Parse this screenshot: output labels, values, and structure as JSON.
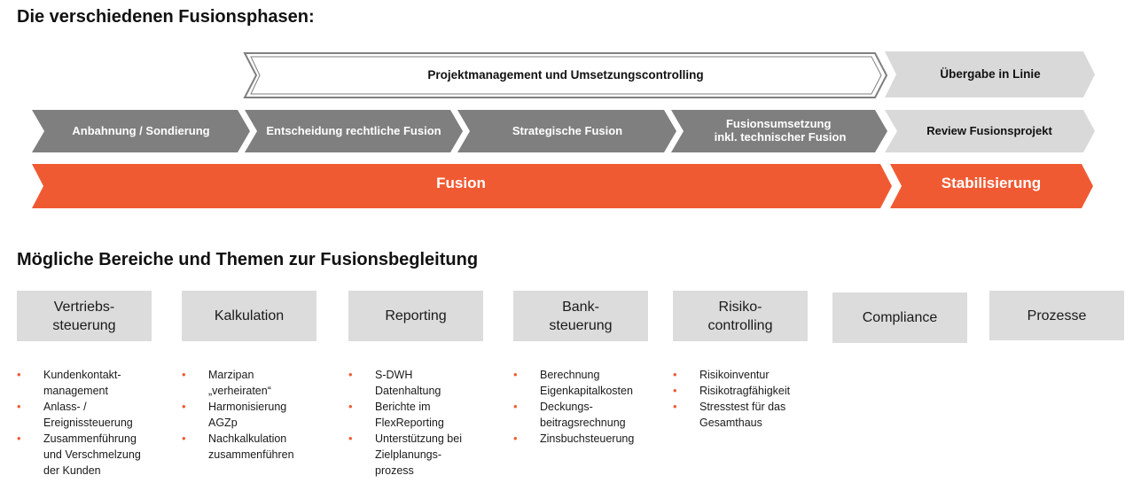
{
  "titles": {
    "phases": "Die verschiedenen Fusionsphasen:",
    "areas": "Mögliche Bereiche und Themen zur Fusionsbegleitung"
  },
  "colors": {
    "dark_gray": "#7f7f7f",
    "light_gray": "#d9d9d9",
    "orange": "#f05a32",
    "outline": "#7f7f7f"
  },
  "top_row": {
    "management": "Projektmanagement und Umsetzungscontrolling",
    "handover": "Übergabe in Linie"
  },
  "middle_row": [
    "Anbahnung /  Sondierung",
    "Entscheidung rechtliche Fusion",
    "Strategische Fusion",
    "Fusionsumsetzung\ninkl. technischer Fusion",
    "Review Fusionsprojekt"
  ],
  "bottom_row": {
    "fusion": "Fusion",
    "stabilization": "Stabilisierung"
  },
  "areas": [
    {
      "label": "Vertriebs-\nsteuerung",
      "bullets": [
        "Kundenkontakt-\nmanagement",
        "Anlass- /\nEreignissteuerung",
        "Zusammenführung\nund Verschmelzung\nder Kunden"
      ]
    },
    {
      "label": "Kalkulation",
      "bullets": [
        "Marzipan\n„verheiraten“",
        "Harmonisierung\nAGZp",
        "Nachkalkulation\nzusammenführen"
      ]
    },
    {
      "label": "Reporting",
      "bullets": [
        "S-DWH\nDatenhaltung",
        "Berichte im\nFlexReporting",
        "Unterstützung bei\nZielplanungs-\nprozess"
      ]
    },
    {
      "label": "Bank-\nsteuerung",
      "bullets": [
        "Berechnung\nEigenkapitalkosten",
        "Deckungs-\nbeitragsrechnung",
        "Zinsbuchsteuerung"
      ]
    },
    {
      "label": "Risiko-\ncontrolling",
      "bullets": [
        "Risikoinventur",
        "Risikotragfähigkeit",
        "Stresstest für das\nGesamthaus"
      ]
    },
    {
      "label": "Compliance",
      "bullets": []
    },
    {
      "label": "Prozesse",
      "bullets": []
    }
  ]
}
